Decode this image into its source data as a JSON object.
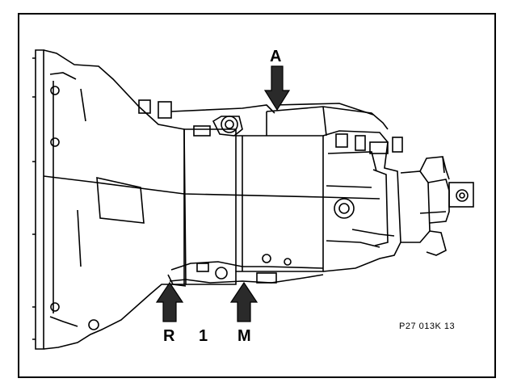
{
  "labels": {
    "a": "A",
    "r": "R",
    "one": "1",
    "m": "M"
  },
  "reference_code": "P27 013K 13",
  "colors": {
    "ink": "#000000",
    "paper": "#ffffff",
    "arrow_fill": "#2a2a2a"
  },
  "icons": {
    "arrow": "down-arrow-icon, up-arrow-icon"
  }
}
